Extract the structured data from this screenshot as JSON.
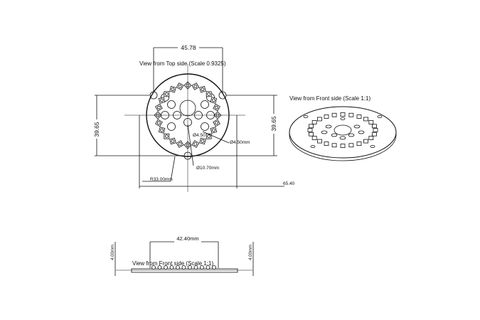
{
  "top_view": {
    "title": "View from Top side (Scale 0.9325)",
    "dim_width": "45.78",
    "dim_height_left": "39.65",
    "dim_height_right": "39.65",
    "dim_hole_small": "Ø4.50",
    "dim_hole_outer": "Ø4.50mm",
    "dim_center_hole": "Ø10.70mm",
    "dim_radius": "R33.00mm",
    "dim_overall": "65.40"
  },
  "front_view_perspective": {
    "title": "View from Front side (Scale 1:1)"
  },
  "front_view_side": {
    "title": "View from Front side (Scale 1:1)",
    "dim_width": "42.40mm",
    "dim_height_left": "4.00mm",
    "dim_height_right": "4.00mm"
  },
  "colors": {
    "line": "#111111",
    "led": "#333333"
  }
}
